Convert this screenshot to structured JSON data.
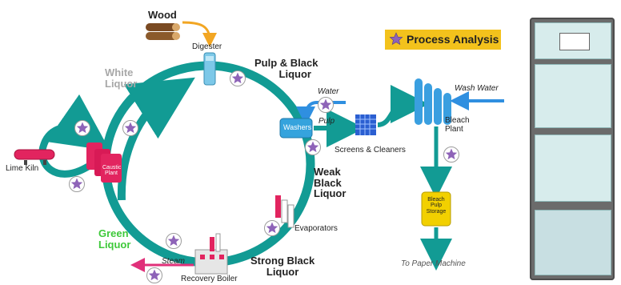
{
  "title": "Process Analysis",
  "labels": {
    "wood": "Wood",
    "digester": "Digester",
    "pulp_black_liquor": [
      "Pulp & Black",
      "Liquor"
    ],
    "white_liquor": [
      "White",
      "Liquor"
    ],
    "water": "Water",
    "washers": "Washers",
    "pulp": "Pulp",
    "screens_cleaners": "Screens & Cleaners",
    "wash_water": "Wash Water",
    "bleach_plant": [
      "Bleach",
      "Plant"
    ],
    "bleach_pulp_storage": [
      "Bleach",
      "Pulp",
      "Storage"
    ],
    "to_paper_machine": "To Paper Machine",
    "lime_kiln": "Lime Kiln",
    "caustic_plant": [
      "Caustic",
      "Plant"
    ],
    "weak_black_liquor": [
      "Weak",
      "Black",
      "Liquor"
    ],
    "evaporators": "Evaporators",
    "green_liquor": [
      "Green",
      "Liquor"
    ],
    "strong_black_liquor": [
      "Strong Black",
      "Liquor"
    ],
    "steam": "Steam",
    "recovery_boiler": "Recovery Boiler"
  },
  "colors": {
    "loop": "#129b94",
    "wood_arrow": "#f2a623",
    "water_arrow": "#2f8fe0",
    "steam_arrow": "#e0307a",
    "green_liquor": "#3ec93a",
    "white_liquor": "#9a9a9a",
    "badge": "#f3c21c",
    "star": "#8e63b8"
  },
  "icons": [
    "star-icon",
    "wood-logs-icon",
    "digester-icon",
    "washer-icon",
    "screen-icon",
    "bleach-tower-icon",
    "storage-tank-icon",
    "lime-kiln-icon",
    "caustic-tank-icon",
    "evaporator-icon",
    "recovery-boiler-icon",
    "analyzer-cabinet-icon"
  ]
}
